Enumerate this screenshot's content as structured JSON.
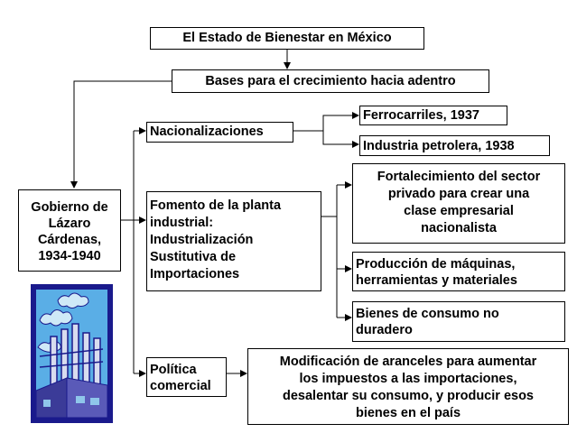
{
  "diagram": {
    "title": "El Estado de Bienestar en México",
    "bases": "Bases para el crecimiento hacia adentro",
    "gobierno": [
      "Gobierno de",
      "Lázaro",
      "Cárdenas,",
      "1934-1940"
    ],
    "nacionalizaciones": "Nacionalizaciones",
    "ferrocarriles": "Ferrocarriles, 1937",
    "petrolera": "Industria petrolera, 1938",
    "fomento": [
      "Fomento de la planta",
      "industrial:",
      "Industrialización",
      "Sustitutiva de",
      "Importaciones"
    ],
    "fortalecimiento": [
      "Fortalecimiento del sector",
      "privado para crear una",
      "clase empresarial",
      "nacionalista"
    ],
    "produccion": [
      "Producción de máquinas,",
      "herramientas y materiales"
    ],
    "bienes": [
      "Bienes de consumo no",
      "duradero"
    ],
    "politica": [
      "Política",
      "comercial"
    ],
    "modificacion": [
      "Modificación de aranceles para aumentar",
      "los impuestos a las importaciones,",
      "desalentar su consumo, y producir esos",
      "bienes en el país"
    ]
  },
  "image": {
    "icon": "factory-clipart",
    "colors": {
      "frame": "#1a1a8c",
      "sky": "#5aaee6",
      "cloud": "#cfe9f7",
      "building": "#4a4aa8",
      "pipe": "#9aa3c8"
    }
  }
}
